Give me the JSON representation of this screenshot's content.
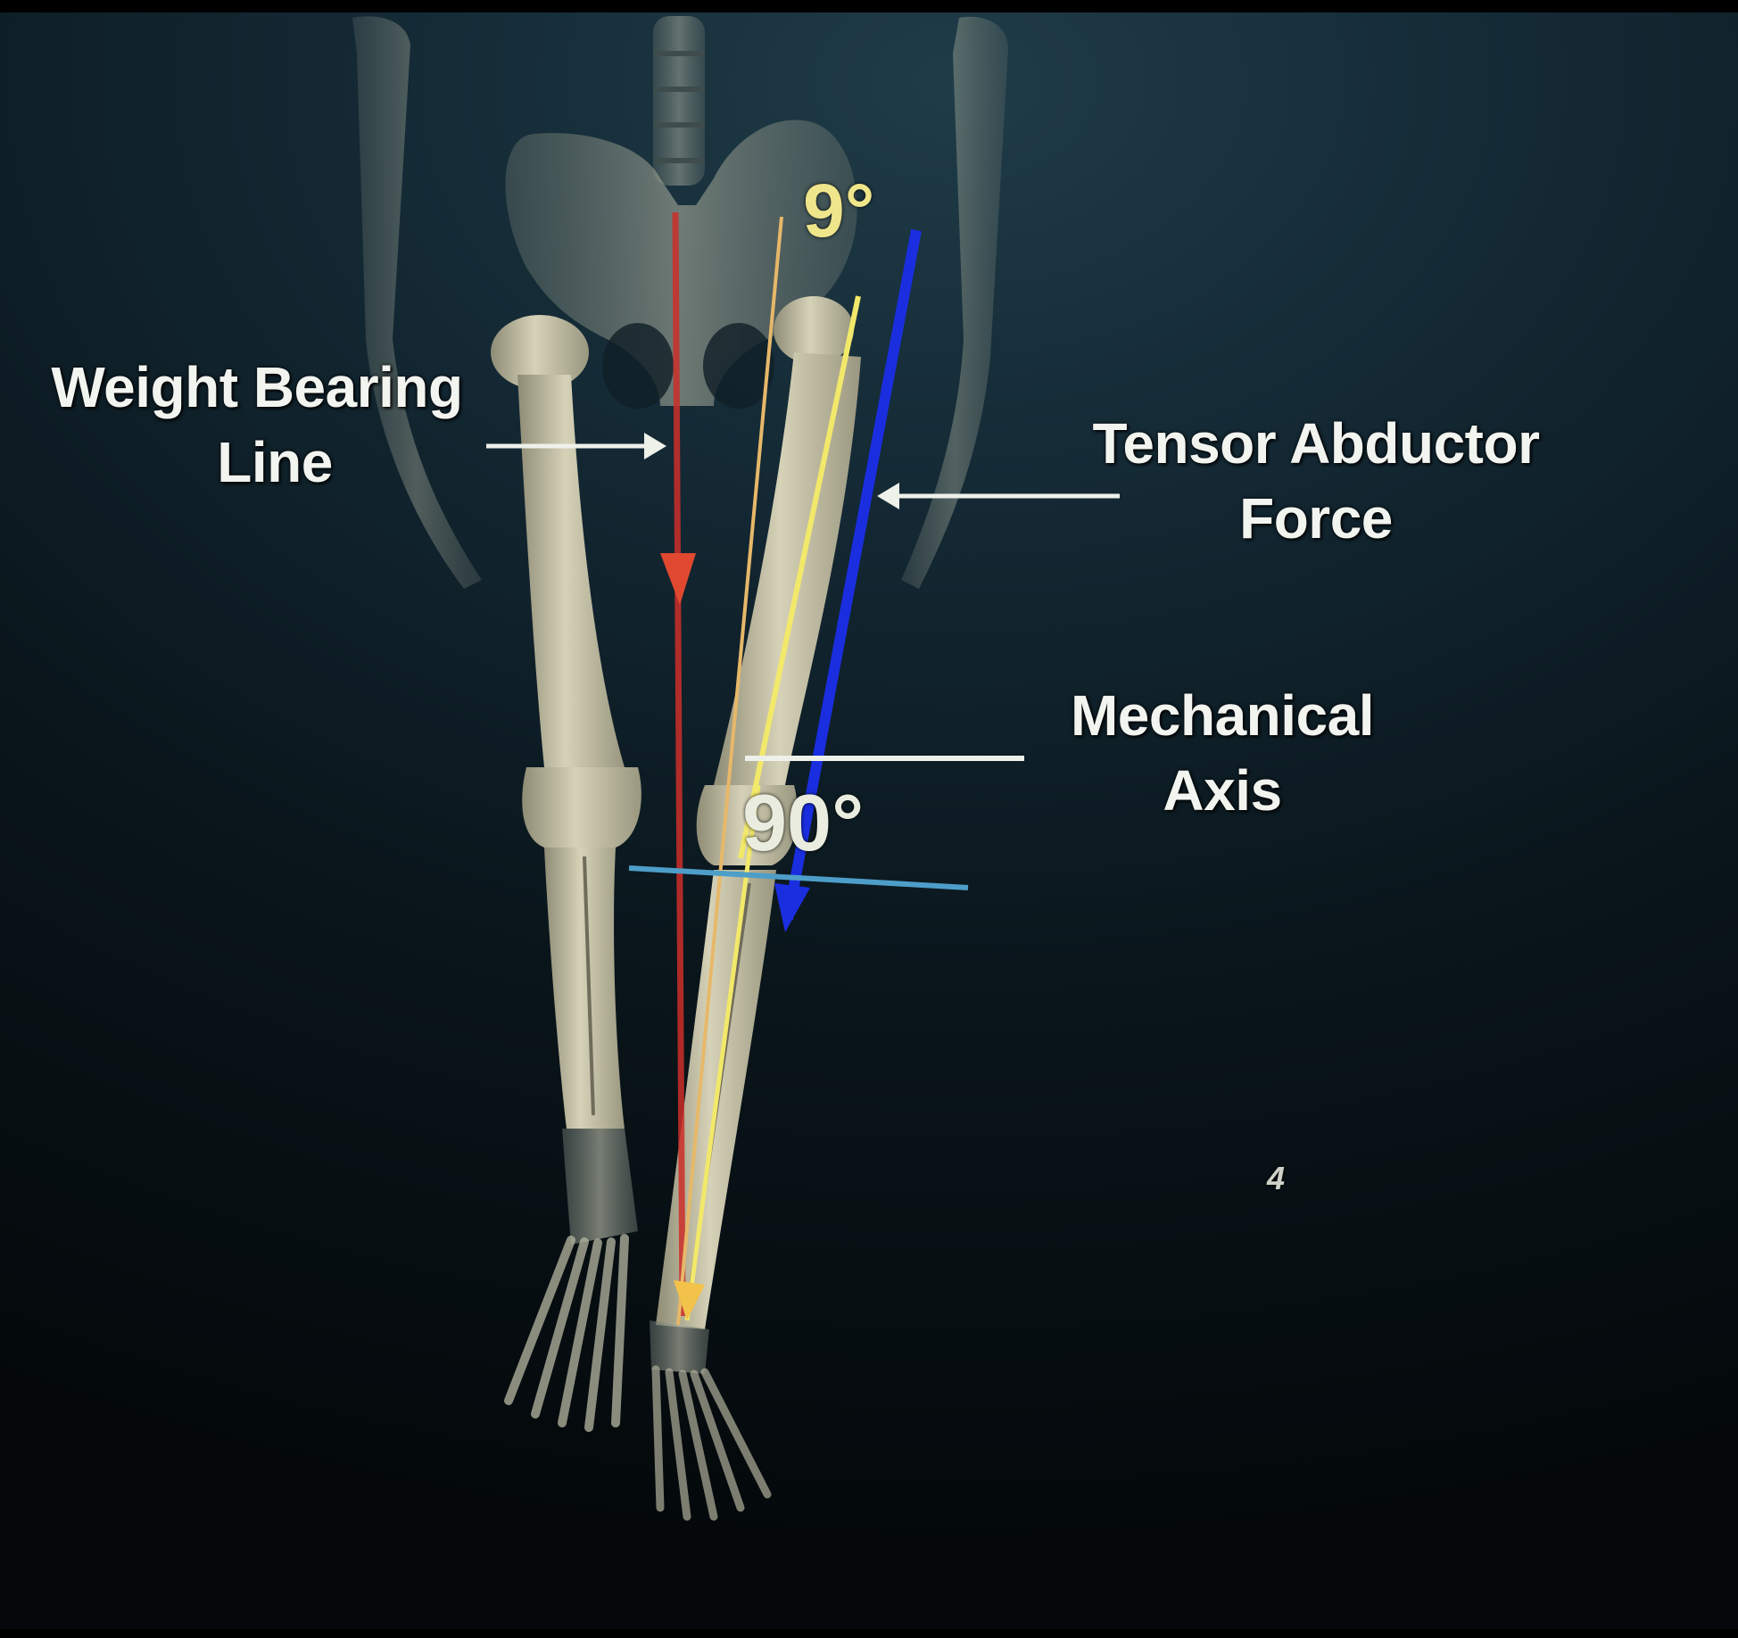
{
  "labels": {
    "weight_bearing": {
      "line1": "Weight Bearing",
      "line2": "Line"
    },
    "tensor_abductor": {
      "line1": "Tensor Abductor",
      "line2": "Force"
    },
    "mechanical_axis": {
      "line1": "Mechanical",
      "line2": "Axis"
    },
    "angle_top": "9°",
    "angle_knee": "90°",
    "stray_mark": "4"
  },
  "colors": {
    "weight_bearing_line": "#d8342c",
    "tensor_abductor_force": "#1a2ee0",
    "mechanical_axis": "#f2e86a",
    "joint_line": "#4d9ec8",
    "label_text": "#f2f4f0",
    "bone": "#c9c5a8"
  }
}
